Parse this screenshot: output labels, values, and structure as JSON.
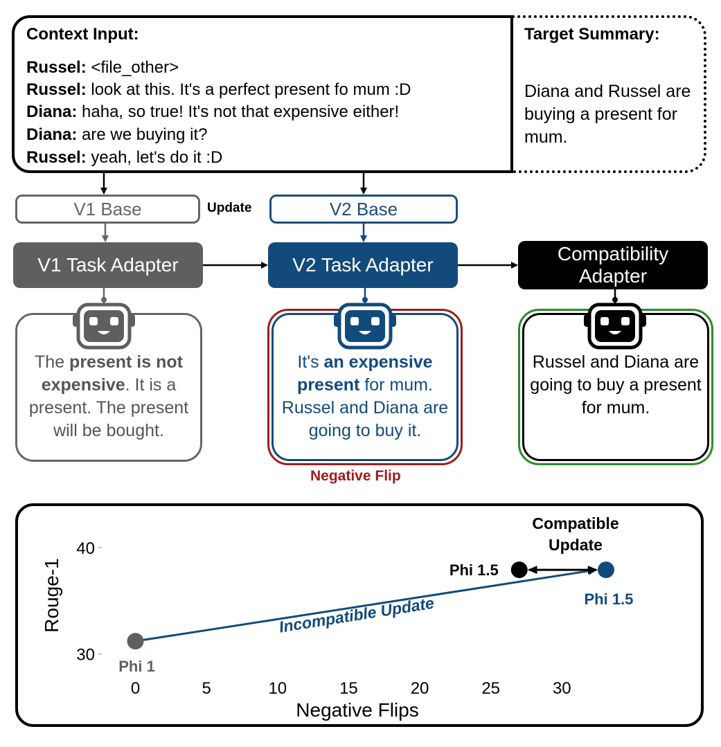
{
  "context": {
    "title": "Context Input:",
    "lines": [
      {
        "speaker": "Russel:",
        "text": " <file_other>"
      },
      {
        "speaker": "Russel:",
        "text": " look at this. It's a perfect present fo mum :D"
      },
      {
        "speaker": "Diana:",
        "text": " haha, so true! It's not that expensive either!"
      },
      {
        "speaker": "Diana:",
        "text": " are we buying it?"
      },
      {
        "speaker": "Russel:",
        "text": " yeah, let's do it :D"
      }
    ]
  },
  "target": {
    "title": "Target Summary:",
    "text": "Diana and Russel are buying a present for mum."
  },
  "bases": {
    "v1": "V1 Base",
    "v2": "V2 Base",
    "update_label": "Update"
  },
  "adapters": {
    "v1": "V1 Task Adapter",
    "v2": "V2 Task Adapter",
    "compat_line1": "Compatibility",
    "compat_line2": "Adapter"
  },
  "outputs": {
    "v1": {
      "pre": "The ",
      "bold": "present is not expensive",
      "post": ". It is a present. The present will be bought."
    },
    "v2": {
      "pre": "It's ",
      "bold": "an expensive present",
      "post": " for mum. Russel and Diana are going to buy it."
    },
    "compat": "Russel and Diana are going to buy a present for mum.",
    "negative_flip_label": "Negative Flip"
  },
  "colors": {
    "v1_gray": "#5f5f5f",
    "v2_blue": "#124a7c",
    "compat_black": "#000000",
    "negative_red": "#a01c1c",
    "compatible_green": "#2a8a2a"
  },
  "chart_data": {
    "type": "scatter",
    "xlabel": "Negative Flips",
    "ylabel": "Rouge-1",
    "xticks": [
      0,
      5,
      10,
      15,
      20,
      25,
      30
    ],
    "yticks": [
      30,
      40
    ],
    "xlim": [
      -1,
      37
    ],
    "ylim": [
      29,
      42
    ],
    "points": [
      {
        "label": "Phi 1",
        "x": 0,
        "y": 31.2,
        "color": "#5f5f5f"
      },
      {
        "label": "Phi 1.5",
        "x": 27,
        "y": 37.9,
        "color": "#000000"
      },
      {
        "label": "Phi 1.5",
        "x": 33.1,
        "y": 37.9,
        "color": "#124a7c"
      }
    ],
    "annotations": {
      "incompatible": "Incompatible Update",
      "compatible_line1": "Compatible",
      "compatible_line2": "Update"
    }
  }
}
